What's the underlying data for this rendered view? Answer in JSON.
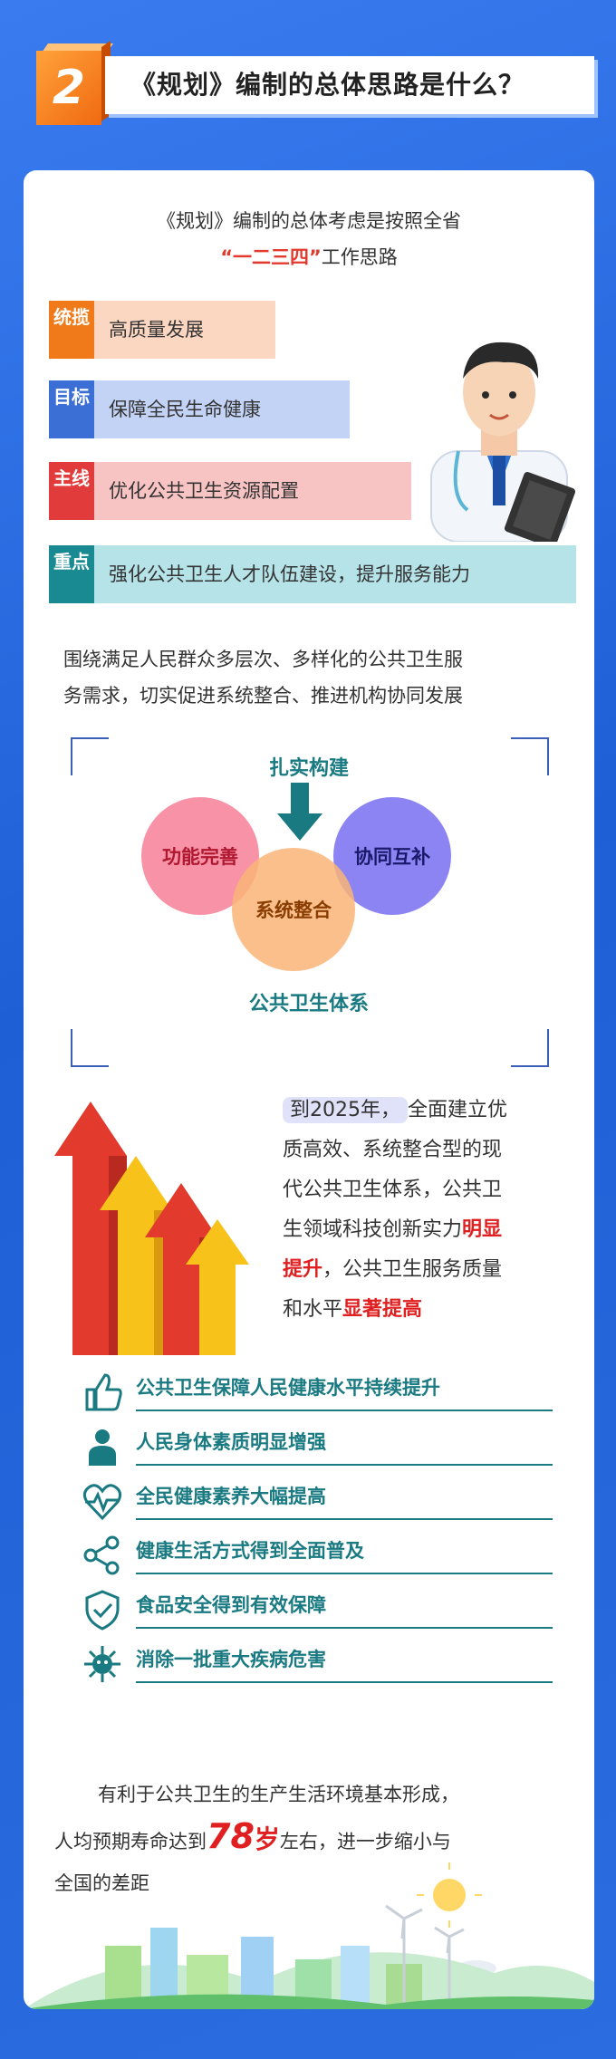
{
  "header": {
    "number": "2",
    "title": "《规划》编制的总体思路是什么？"
  },
  "intro": {
    "line1": "《规划》编制的总体考虑是按照全省",
    "line2_highlight": "“一二三四”",
    "line2_rest": "工作思路"
  },
  "rows": [
    {
      "tag": "统揽",
      "text": "高质量发展",
      "tag_color": "#f07a1a",
      "bg_color": "#fbd7c2"
    },
    {
      "tag": "目标",
      "text": "保障全民生命健康",
      "tag_color": "#3b6fd6",
      "bg_color": "#c3d3f6"
    },
    {
      "tag": "主线",
      "text": "优化公共卫生资源配置",
      "tag_color": "#e23b3b",
      "bg_color": "#f8c3c3"
    },
    {
      "tag": "重点",
      "text": "强化公共卫生人才队伍建设，提升服务能力",
      "tag_color": "#1a8a92",
      "bg_color": "#b5e3e8"
    }
  ],
  "para1": {
    "line1": "围绕满足人民群众多层次、多样化的公共卫生服",
    "line2": "务需求，切实促进系统整合、推进机构协同发展"
  },
  "venn": {
    "top": "扎实构建",
    "left": "功能完善",
    "right": "协同互补",
    "center": "系统整合",
    "bottom": "公共卫生体系"
  },
  "goal": {
    "year": "到2025年，",
    "l1": "全面建立优",
    "l2": "质高效、系统整合型的现",
    "l3": "代公共卫生体系，公共卫",
    "l4a": "生领域科技创新实力",
    "l4b": "明显",
    "l5a": "提升",
    "l5b": "，公共卫生服务质量",
    "l6a": "和水平",
    "l6b": "显著提高"
  },
  "list": [
    {
      "icon": "thumbs-up-icon",
      "text": "公共卫生保障人民健康水平持续提升"
    },
    {
      "icon": "person-icon",
      "text": "人民身体素质明显增强"
    },
    {
      "icon": "heart-pulse-icon",
      "text": "全民健康素养大幅提高"
    },
    {
      "icon": "share-icon",
      "text": "健康生活方式得到全面普及"
    },
    {
      "icon": "shield-check-icon",
      "text": "食品安全得到有效保障"
    },
    {
      "icon": "virus-icon",
      "text": "消除一批重大疾病危害"
    }
  ],
  "closing": {
    "l1": "有利于公共卫生的生产生活环境基本形成，",
    "l2a": "人均预期寿命达到",
    "l2num": "78",
    "l2unit": "岁",
    "l2b": "左右，进一步缩小与",
    "l3": "全国的差距"
  },
  "colors": {
    "accent": "#1a7a82",
    "red": "#e02020",
    "blue": "#2b6de0"
  }
}
